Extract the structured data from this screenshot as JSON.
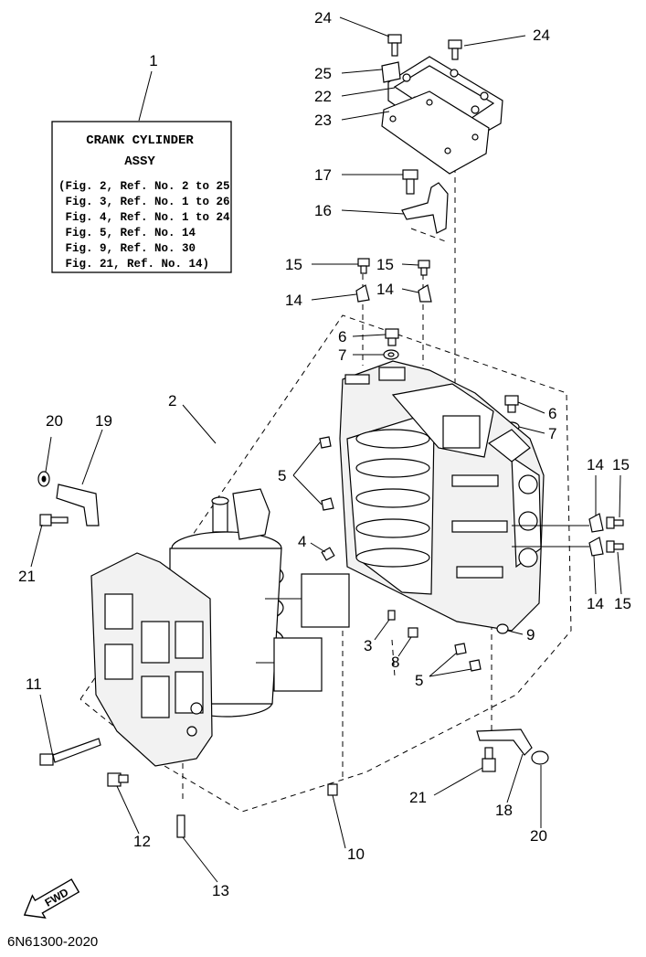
{
  "legend": {
    "number": "1",
    "title_line1": "CRANK CYLINDER",
    "title_line2": "ASSY",
    "lines": [
      "(Fig. 2, Ref. No. 2 to 25",
      " Fig. 3, Ref. No. 1 to 26",
      " Fig. 4, Ref. No. 1 to 24",
      " Fig. 5, Ref. No. 14",
      " Fig. 9, Ref. No. 30",
      " Fig. 21, Ref. No. 14)"
    ]
  },
  "fwd_label": "FWD",
  "diagram_code": "6N61300-2020",
  "callouts": {
    "c24a": "24",
    "c24b": "24",
    "c25": "25",
    "c22": "22",
    "c23": "23",
    "c17": "17",
    "c16": "16",
    "c15a": "15",
    "c15b": "15",
    "c14a": "14",
    "c14b": "14",
    "c6a": "6",
    "c7a": "7",
    "c6b": "6",
    "c7b": "7",
    "c2": "2",
    "c20a": "20",
    "c19": "19",
    "c5a": "5",
    "c14c": "14",
    "c15c": "15",
    "c21a": "21",
    "c4": "4",
    "c14d": "14",
    "c15d": "15",
    "c9": "9",
    "c3": "3",
    "c8": "8",
    "c5b": "5",
    "c11": "11",
    "c21b": "21",
    "c18": "18",
    "c20b": "20",
    "c12": "12",
    "c10": "10",
    "c13": "13"
  }
}
